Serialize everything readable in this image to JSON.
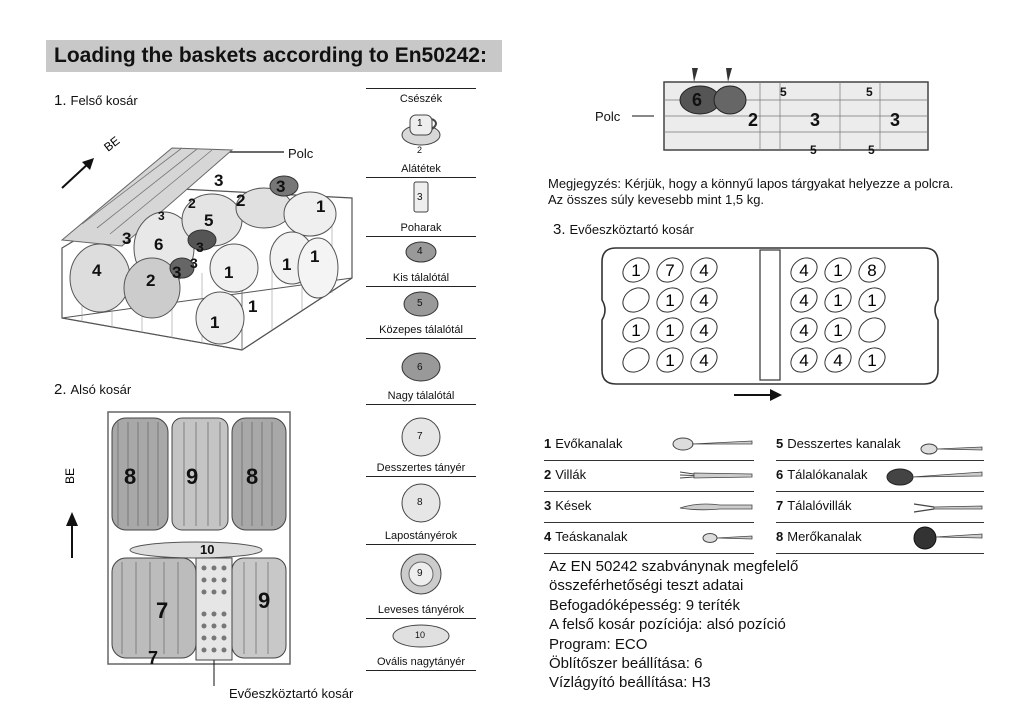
{
  "title": "Loading the baskets according to En50242:",
  "upper": {
    "num": "1.",
    "label": "Felső kosár",
    "be": "BE",
    "polc": "Polc",
    "item_labels": [
      "3",
      "3",
      "3",
      "2",
      "2",
      "3",
      "5",
      "3",
      "6",
      "4",
      "2",
      "3",
      "3",
      "1",
      "1",
      "1",
      "1",
      "1",
      "1"
    ]
  },
  "lower": {
    "num": "2.",
    "label": "Alsó kosár",
    "be": "BE",
    "cutlery_basket_label": "Evőeszköztartó kosár",
    "item_labels": [
      "8",
      "9",
      "8",
      "10",
      "7",
      "9",
      "7"
    ]
  },
  "legend": [
    {
      "code": "1",
      "sub": "2",
      "label": "Csészék",
      "sublabel": "Alátétek"
    },
    {
      "code": "3",
      "label": "Poharak"
    },
    {
      "code": "4",
      "label": "Kis tálalótál"
    },
    {
      "code": "5",
      "label": "Közepes tálalótál"
    },
    {
      "code": "6",
      "label": "Nagy tálalótál"
    },
    {
      "code": "7",
      "label": "Desszertes tányér"
    },
    {
      "code": "8",
      "label": "Lapostányérok"
    },
    {
      "code": "9",
      "label": "Leveses tányérok"
    },
    {
      "code": "10",
      "label": "Ovális nagytányér"
    }
  ],
  "shelf": {
    "label": "Polc",
    "item_labels": [
      "6",
      "5",
      "5",
      "2",
      "3",
      "3",
      "5",
      "5"
    ]
  },
  "note": {
    "line1": "Megjegyzés: Kérjük, hogy a könnyű lapos tárgyakat helyezze a polcra.",
    "line2": "Az összes súly kevesebb mint 1,5 kg."
  },
  "cutlery": {
    "num": "3.",
    "label": "Evőeszköztartó kosár",
    "left_grid": [
      [
        "1",
        "7",
        "4"
      ],
      [
        "",
        "1",
        "4"
      ],
      [
        "1",
        "1",
        "4"
      ],
      [
        "",
        "1",
        "4"
      ]
    ],
    "right_grid": [
      [
        "4",
        "1",
        "8"
      ],
      [
        "4",
        "1",
        "1"
      ],
      [
        "4",
        "1",
        ""
      ],
      [
        "4",
        "4",
        "1"
      ]
    ]
  },
  "cutlery_legend": [
    {
      "n": "1",
      "label": "Evőkanalak",
      "icon": "spoon-icon"
    },
    {
      "n": "2",
      "label": "Villák",
      "icon": "fork-icon"
    },
    {
      "n": "3",
      "label": "Kések",
      "icon": "knife-icon"
    },
    {
      "n": "4",
      "label": "Teáskanalak",
      "icon": "teaspoon-icon"
    },
    {
      "n": "5",
      "label": "Desszertes kanalak",
      "icon": "dessert-spoon-icon"
    },
    {
      "n": "6",
      "label": "Tálalókanalak",
      "icon": "serving-spoon-icon"
    },
    {
      "n": "7",
      "label": "Tálalóvillák",
      "icon": "serving-fork-icon"
    },
    {
      "n": "8",
      "label": "Merőkanalak",
      "icon": "ladle-icon"
    }
  ],
  "info": [
    "Az EN 50242 szabványnak megfelelő",
    "összeférhetőségi teszt adatai",
    "Befogadóképesség:  9  teríték",
    "A felső kosár pozíciója: alsó pozíció",
    "Program: ECO",
    "Öblítőszer beállítása: 6",
    "Vízlágyító beállítása: H3"
  ]
}
